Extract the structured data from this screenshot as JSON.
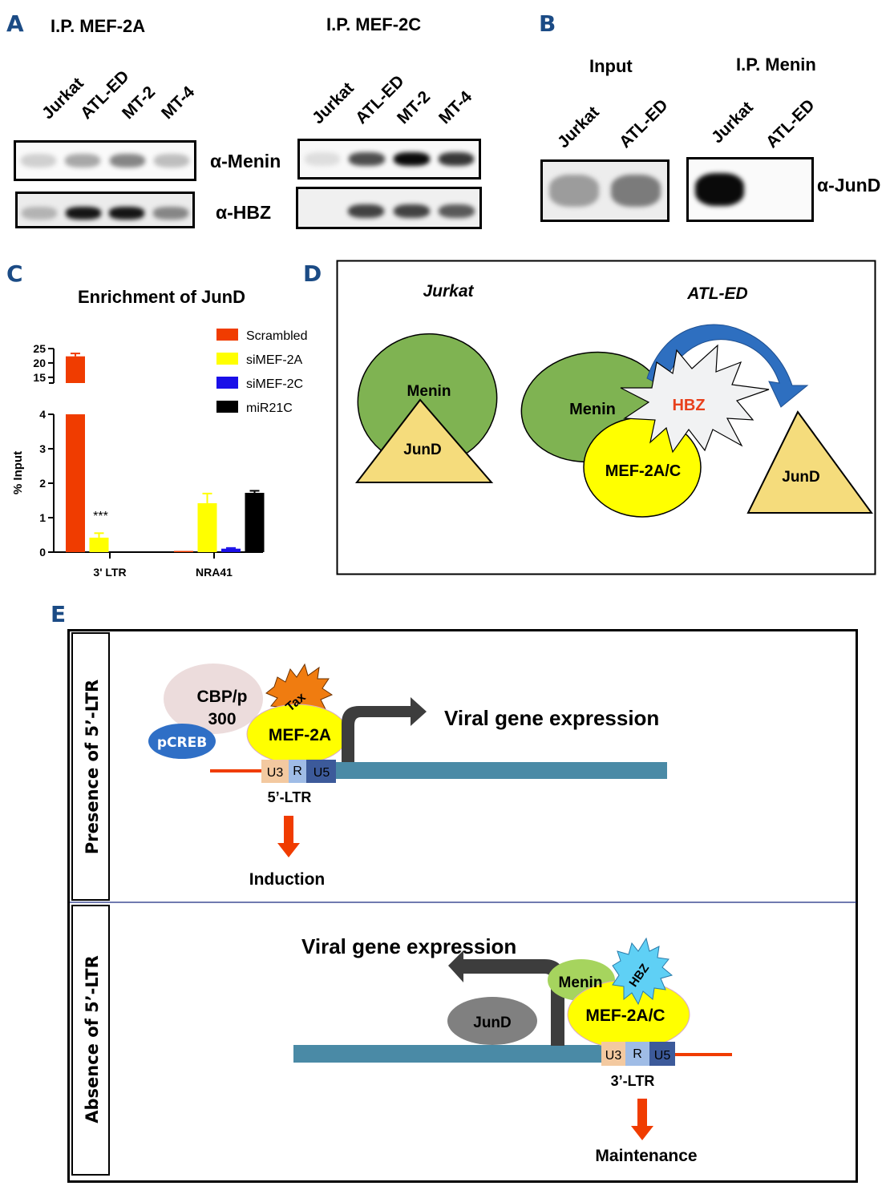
{
  "panels": {
    "A": {
      "letter": "A",
      "blots": [
        {
          "title": "I.P.  MEF-2A",
          "lanes": [
            "Jurkat",
            "ATL-ED",
            "MT-2",
            "MT-4"
          ],
          "rows": [
            {
              "antibody": "α-Menin",
              "intensity": [
                0.12,
                0.3,
                0.45,
                0.2
              ]
            },
            {
              "antibody": "α-HBZ",
              "intensity": [
                0.25,
                0.95,
                0.95,
                0.45
              ]
            }
          ]
        },
        {
          "title": "I.P.  MEF-2C",
          "lanes": [
            "Jurkat",
            "ATL-ED",
            "MT-2",
            "MT-4"
          ],
          "rows": [
            {
              "antibody": "α-Menin",
              "intensity": [
                0.06,
                0.7,
                1.0,
                0.8
              ]
            },
            {
              "antibody": "α-HBZ",
              "intensity": [
                0.0,
                0.75,
                0.75,
                0.65
              ]
            }
          ]
        }
      ]
    },
    "B": {
      "letter": "B",
      "blots": [
        {
          "title": "Input",
          "lanes": [
            "Jurkat",
            "ATL-ED"
          ],
          "intensity": [
            0.35,
            0.5
          ]
        },
        {
          "title": "I.P.  Menin",
          "lanes": [
            "Jurkat",
            "ATL-ED"
          ],
          "intensity": [
            1.0,
            0.0
          ]
        }
      ],
      "antibody": "α-JunD"
    },
    "C": {
      "letter": "C"
    },
    "D": {
      "letter": "D",
      "left_title": "Jurkat",
      "right_title": "ATL-ED",
      "labels": {
        "menin_left": "Menin",
        "jund_left": "JunD",
        "menin_right": "Menin",
        "hbz": "HBZ",
        "mef": "MEF-2A/C",
        "jund_right": "JunD"
      }
    },
    "E": {
      "letter": "E",
      "top": {
        "side_label": "Presence of 5’-LTR",
        "cbp": [
          "CBP/p",
          "300"
        ],
        "pcreb": "pCREB",
        "tax": "Tax",
        "mef": "MEF-2A",
        "segments": [
          "U3",
          "R",
          "U5"
        ],
        "ltr": "5’-LTR",
        "expression": "Viral gene expression",
        "outcome": "Induction"
      },
      "bottom": {
        "side_label": "Absence of 5’-LTR",
        "expression": "Viral gene expression",
        "menin": "Menin",
        "hbz": "HBZ",
        "mef": "MEF-2A/C",
        "jund": "JunD",
        "segments": [
          "U3",
          "R",
          "U5"
        ],
        "ltr": "3’-LTR",
        "outcome": "Maintenance"
      }
    }
  },
  "colors": {
    "panel_letter": "#1b4b85",
    "scrambled": "#f03c00",
    "simef2a": "#ffff00",
    "simef2c": "#1a0fe8",
    "mir21c": "#000000",
    "menin_green": "#7fb352",
    "jund_tan": "#f5dc7c",
    "mef_yellow": "#ffff00",
    "arrow_blue": "#2e6fc0",
    "hbz_red": "#e8401c",
    "dna_teal": "#4a8aa6",
    "u3": "#f3c9a0",
    "r": "#9fbce6",
    "u5": "#3c5a9a",
    "tax_orange": "#f07c10",
    "hbz_cyan": "#5fd0f5",
    "pcreb_blue": "#2f6fc6",
    "cbp_pink": "#ecdcdc",
    "menin_light": "#a6d45e",
    "jund_gray": "#808080",
    "outcome_arrow": "#f03c00"
  },
  "chart_data": {
    "type": "bar",
    "title": "Enrichment of JunD",
    "xlabel": "",
    "ylabel": "% Input",
    "categories": [
      "3' LTR",
      "NRA41"
    ],
    "series": [
      {
        "name": "Scrambled",
        "values": [
          22.3,
          0.02
        ],
        "errors": [
          1.0,
          0.0
        ]
      },
      {
        "name": "siMEF-2A",
        "values": [
          0.42,
          1.42
        ],
        "errors": [
          0.13,
          0.28
        ]
      },
      {
        "name": "siMEF-2C",
        "values": [
          0.0,
          0.1
        ],
        "errors": [
          0.0,
          0.02
        ]
      },
      {
        "name": "miR21C",
        "values": [
          0.0,
          1.72
        ],
        "errors": [
          0.0,
          0.06
        ]
      }
    ],
    "axis_break": {
      "lower": [
        0,
        4
      ],
      "upper": [
        13,
        25
      ]
    },
    "yticks_lower": [
      0,
      1,
      2,
      3,
      4
    ],
    "yticks_upper": [
      15,
      20,
      25
    ],
    "annotations": [
      {
        "text": "***",
        "category": "3' LTR",
        "series": "siMEF-2A"
      }
    ],
    "legend_position": "top-right",
    "grid": false
  }
}
